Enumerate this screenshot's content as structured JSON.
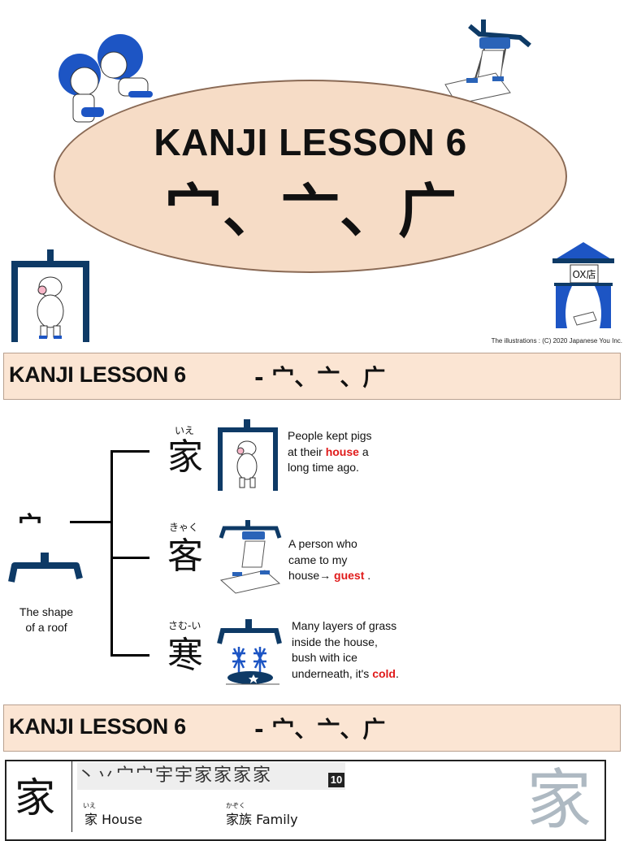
{
  "title": {
    "heading": "KANJI LESSON 6",
    "radicals": "宀、亠、广"
  },
  "copyright": "The illustrations : (C) 2020 Japanese You Inc.",
  "illustrations": {
    "shop_sign": "OX店"
  },
  "lesson_bar": {
    "title": "KANJI LESSON 6",
    "suffix": "- 宀、亠、广"
  },
  "radical_tree": {
    "radical": "宀",
    "caption_line1": "The shape",
    "caption_line2": "of a roof",
    "entries": [
      {
        "kanji": "家",
        "reading": "いえ",
        "desc_before": "People kept pigs at their ",
        "desc_highlight": "house",
        "desc_after": " a long time ago."
      },
      {
        "kanji": "客",
        "reading": "きゃく",
        "desc_before": "A person who came to my house→ ",
        "desc_highlight": "guest",
        "desc_after": " ."
      },
      {
        "kanji": "寒",
        "reading": "さむ-い",
        "desc_before": "Many layers of grass inside the house, bush with ice underneath, it's ",
        "desc_highlight": "cold",
        "desc_after": "."
      }
    ]
  },
  "kanji_table": {
    "kanji": "家",
    "stroke_order": "丶丷宀宀宇宇家家家家",
    "stroke_count": "10",
    "examples": [
      {
        "reading": "いえ",
        "word": "家",
        "meaning": "House"
      },
      {
        "reading": "かぞく",
        "word": "家族",
        "meaning": "Family"
      }
    ],
    "watermark_kanji": "家"
  },
  "colors": {
    "ellipse_fill": "#f6dcc6",
    "bar_fill": "#fbe5d3",
    "highlight": "#e01b1b",
    "icon_blue": "#2a63b8",
    "icon_navy": "#0e3a66"
  }
}
